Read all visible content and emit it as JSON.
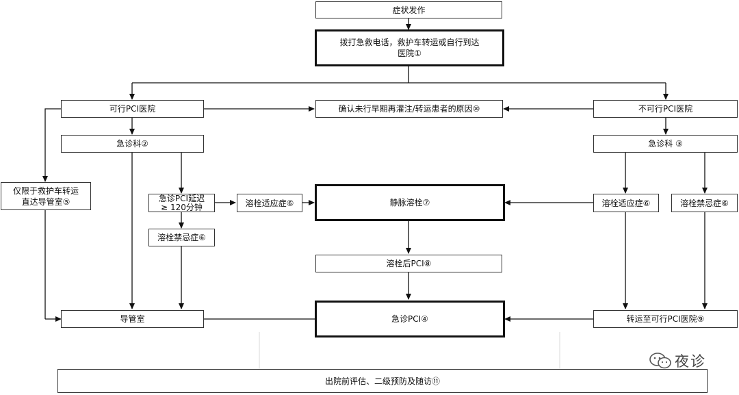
{
  "nodes": {
    "symptom_onset": "症状发作",
    "call_emergency_line1": "拨打急救电话，救护车转运或自行到达",
    "call_emergency_line2": "医院①",
    "pci_hospital": "可行PCI医院",
    "confirm_reason": "确认未行早期再灌注/转运患者的原因⑩",
    "non_pci_hospital": "不可行PCI医院",
    "er_left": "急诊科②",
    "er_right": "急诊科 ③",
    "ambulance_only_line1": "仅限于救护车转运",
    "ambulance_only_line2": "直达导管室⑤",
    "pci_delay_line1": "急诊PCI延迟",
    "pci_delay_line2": "≥ 120分钟",
    "lysis_indication_mid": "溶栓适应症⑥",
    "iv_thrombolysis": "静脉溶栓⑦",
    "lysis_indication_right": "溶栓适应症⑥",
    "lysis_contra_right": "溶栓禁忌症⑥",
    "lysis_contra_left": "溶栓禁忌症⑥",
    "post_lysis_pci": "溶栓后PCI⑧",
    "cath_lab": "导管室",
    "emergency_pci": "急诊PCI④",
    "transfer_pci": "转运至可行PCI医院⑨",
    "discharge": "出院前评估、二级预防及随访⑪"
  },
  "watermark": {
    "text": "夜诊",
    "icon": "wechat-icon"
  },
  "colors": {
    "line": "#111111",
    "border": "#333333"
  }
}
